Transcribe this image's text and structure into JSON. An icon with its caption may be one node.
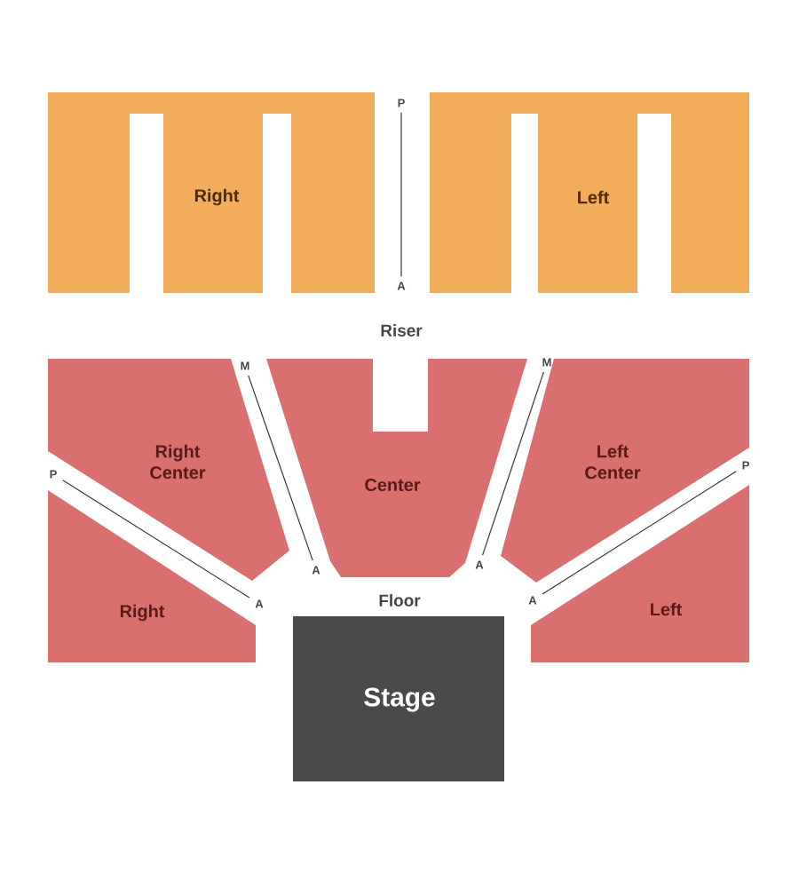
{
  "diagram": {
    "nodes": [
      {
        "text": [
          "Right"
        ]
      },
      {
        "text": [
          "P"
        ]
      },
      {
        "text": [
          "Left"
        ]
      },
      {
        "text": [
          "A"
        ]
      },
      {
        "text": [
          "Right Center"
        ]
      },
      {
        "text": [
          "M"
        ]
      },
      {
        "text": [
          "Center"
        ]
      },
      {
        "text": [
          "M"
        ]
      },
      {
        "text": [
          "Left Center"
        ]
      },
      {
        "text": [
          "P"
        ]
      },
      {
        "text": [
          "P"
        ]
      },
      {
        "text": [
          "A"
        ]
      },
      {
        "text": [
          "A"
        ]
      },
      {
        "text": [
          "A"
        ]
      },
      {
        "text": [
          "A"
        ]
      },
      {
        "text": [
          "Right"
        ]
      },
      {
        "text": [
          "Left"
        ]
      },
      {
        "text": [
          "Stage"
        ]
      }
    ],
    "edges": [
      {
        "from": 1,
        "to": 3,
        "arrow": "none"
      },
      {
        "from": 9,
        "to": 13,
        "arrow": "none"
      },
      {
        "from": 5,
        "to": 11,
        "arrow": "none"
      },
      {
        "from": 7,
        "to": 12,
        "arrow": "none"
      },
      {
        "from": 10,
        "to": 14,
        "arrow": "none"
      }
    ],
    "labels": [
      "Riser",
      "Floor"
    ]
  }
}
